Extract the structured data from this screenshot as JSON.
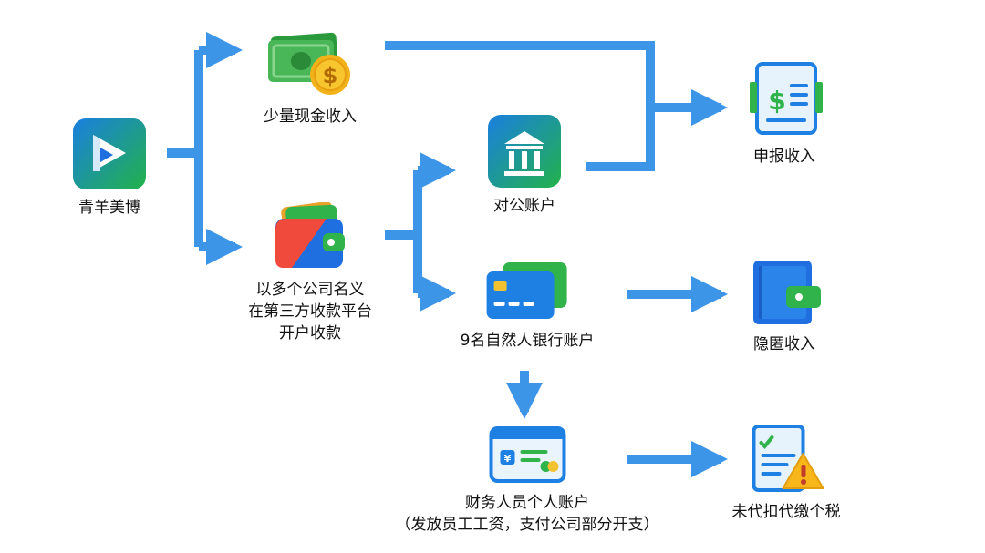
{
  "colors": {
    "arrow": "#3d95e8",
    "blue": "#1f6fe0",
    "green": "#2fb34a",
    "text": "#111111"
  },
  "nodes": {
    "company": {
      "label": "青羊美博",
      "icon": "play-logo-icon"
    },
    "cash": {
      "label": "少量现金收入",
      "icon": "cash-coin-icon"
    },
    "wallet": {
      "lines": [
        "以多个公司名义",
        "在第三方收款平台",
        "开户收款"
      ],
      "icon": "wallet-icon"
    },
    "corporate": {
      "label": "对公账户",
      "icon": "bank-icon"
    },
    "personal_accounts": {
      "label": "9名自然人银行账户",
      "icon": "bank-card-icon"
    },
    "finance": {
      "lines": [
        "财务人员个人账户",
        "（发放员工工资，支付公司部分开支）"
      ],
      "icon": "id-card-icon"
    },
    "declared": {
      "label": "申报收入",
      "icon": "invoice-icon"
    },
    "hidden": {
      "label": "隐匿收入",
      "icon": "hidden-wallet-icon"
    },
    "tax": {
      "label": "未代扣代缴个税",
      "icon": "warning-document-icon"
    }
  }
}
